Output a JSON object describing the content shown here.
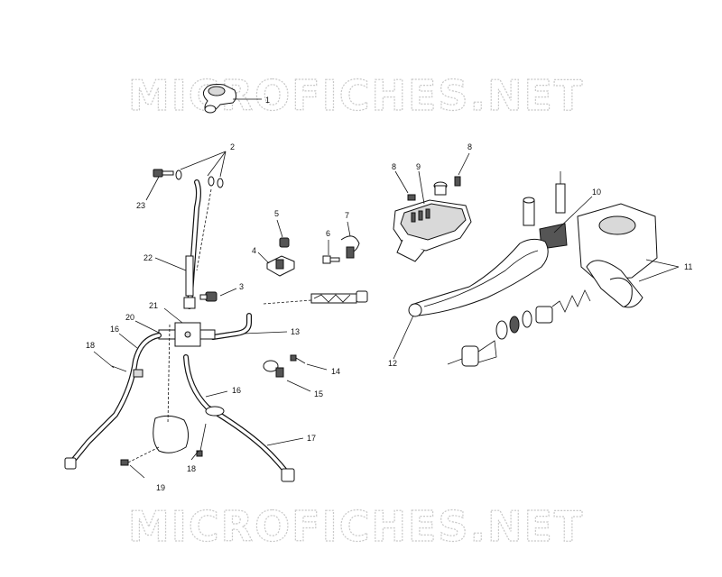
{
  "watermark": {
    "text_top": "MICROFICHES.NET",
    "text_bottom": "MICROFICHES.NET"
  },
  "callouts": [
    {
      "id": "c1",
      "label": "1"
    },
    {
      "id": "c2",
      "label": "2"
    },
    {
      "id": "c3",
      "label": "3"
    },
    {
      "id": "c4",
      "label": "4"
    },
    {
      "id": "c5",
      "label": "5"
    },
    {
      "id": "c6",
      "label": "6"
    },
    {
      "id": "c7",
      "label": "7"
    },
    {
      "id": "c8a",
      "label": "8"
    },
    {
      "id": "c8b",
      "label": "8"
    },
    {
      "id": "c9",
      "label": "9"
    },
    {
      "id": "c10",
      "label": "10"
    },
    {
      "id": "c11",
      "label": "11"
    },
    {
      "id": "c12",
      "label": "12"
    },
    {
      "id": "c13",
      "label": "13"
    },
    {
      "id": "c14",
      "label": "14"
    },
    {
      "id": "c15",
      "label": "15"
    },
    {
      "id": "c16a",
      "label": "16"
    },
    {
      "id": "c16b",
      "label": "16"
    },
    {
      "id": "c17",
      "label": "17"
    },
    {
      "id": "c18a",
      "label": "18"
    },
    {
      "id": "c18b",
      "label": "18"
    },
    {
      "id": "c19",
      "label": "19"
    },
    {
      "id": "c20",
      "label": "20"
    },
    {
      "id": "c21",
      "label": "21"
    },
    {
      "id": "c22",
      "label": "22"
    },
    {
      "id": "c23",
      "label": "23"
    }
  ]
}
